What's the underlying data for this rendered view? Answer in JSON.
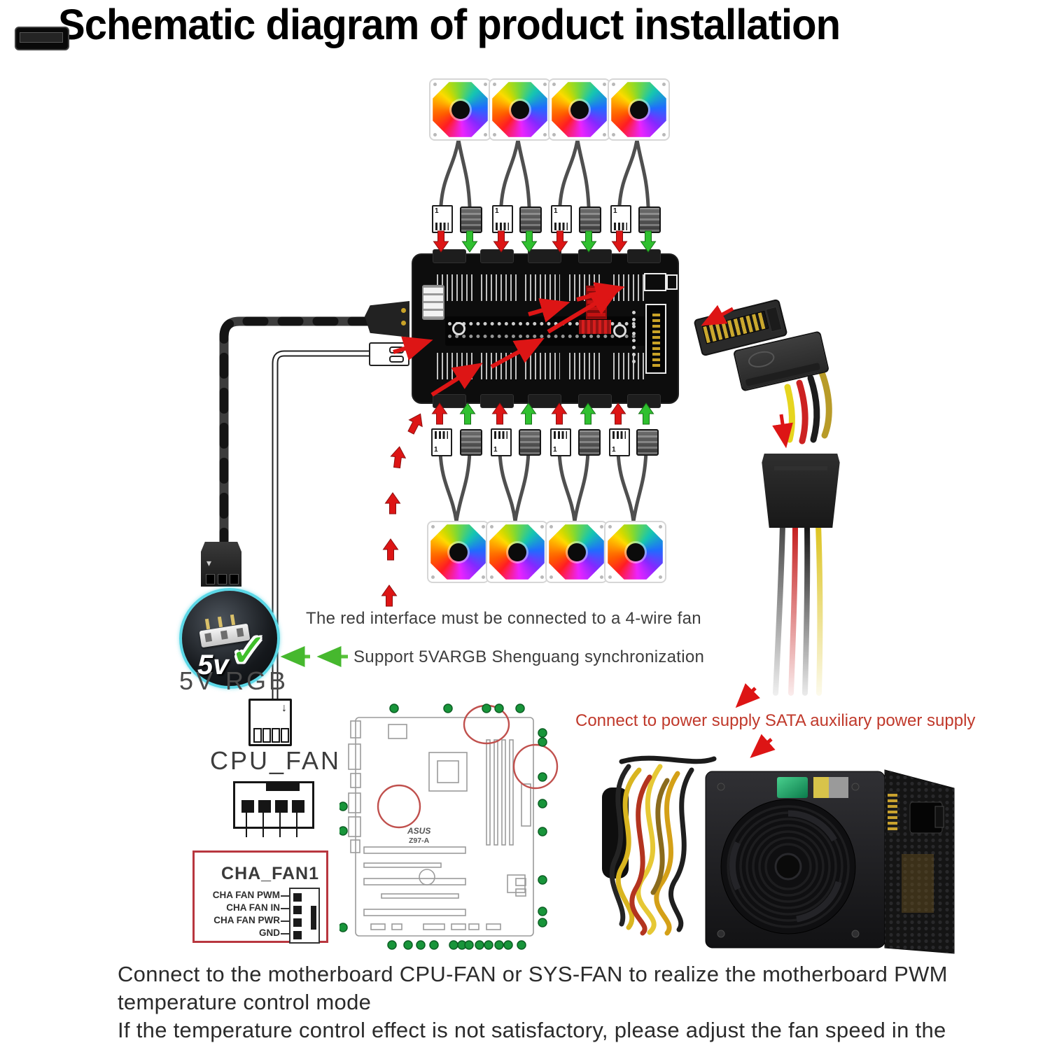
{
  "title": "Schematic diagram of product installation",
  "annotations": {
    "red_interface_note": "The red interface must be connected to a 4-wire fan",
    "argb_sync_note": "Support 5VARGB Shenguang synchronization",
    "sata_power_note": "Connect to power supply SATA auxiliary power supply",
    "bottom_note_1": "Connect to the motherboard CPU-FAN or SYS-FAN to realize the motherboard PWM temperature control mode",
    "bottom_note_2": "If the temperature control effect is not satisfactory, please adjust the fan speed in the motherboard BIOS fan options"
  },
  "labels": {
    "rgb_badge_text": "5v",
    "rgb_header_label": "5V RGB",
    "cpu_fan_label": "CPU_FAN",
    "cha_fan_box_title": "CHA_FAN1",
    "cha_fan_pins": [
      "CHA FAN PWM",
      "CHA FAN IN",
      "CHA FAN PWR",
      "GND"
    ],
    "pin1_marker": "1",
    "motherboard_brand": "ASUS",
    "motherboard_model": "Z97-A"
  },
  "colors": {
    "red_arrow": "#dd1515",
    "green_arrow": "#2fc02f",
    "note_red_text": "#c0392b",
    "cha_fan_border": "#b8373f",
    "badge_ring": "#5bd7e6"
  }
}
